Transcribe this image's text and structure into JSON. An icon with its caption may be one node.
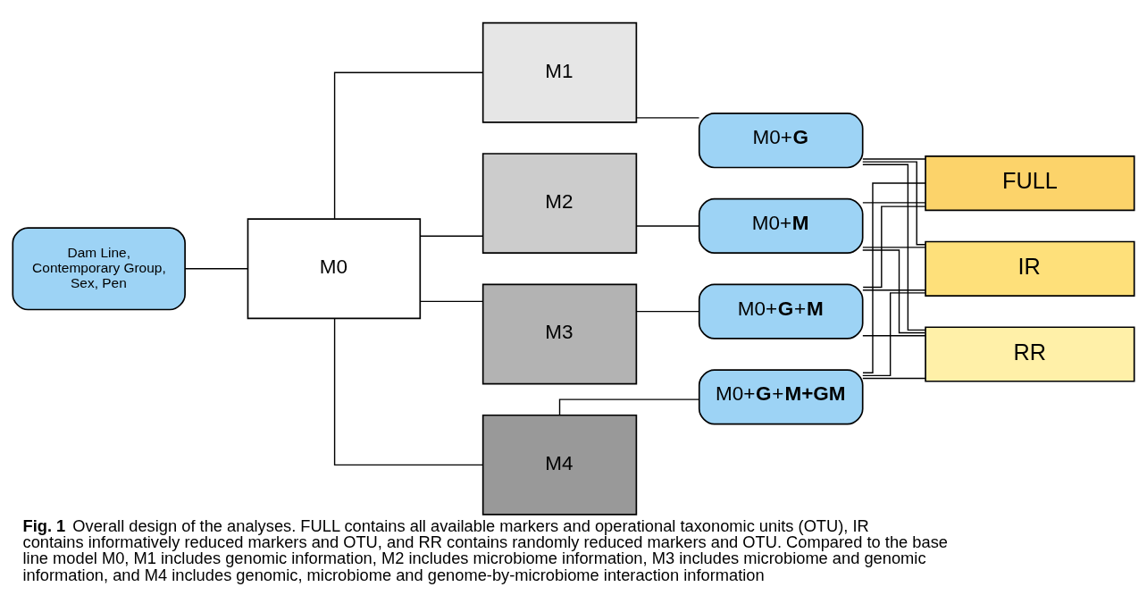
{
  "diagram": {
    "caption": "**Fig. 1** Overall design of the analyses. FULL contains all available markers and operational taxonomic units (OTU), IR contains informatively reduced markers and OTU, and RR contains randomly reduced markers and OTU. Compared to the base line model M0, M1 includes genomic information, M2 includes microbiome information, M3 includes microbiome and genomic information, and M4 includes genomic, microbiome and genome-by-microbiome interaction information",
    "nodes": [
      {
        "text": [
          "Dam Line, Contemporary Group, Sex, Pen"
        ]
      },
      {
        "text": [
          "M0"
        ]
      },
      {
        "text": [
          "M1"
        ]
      },
      {
        "text": [
          "M2"
        ]
      },
      {
        "text": [
          "M3"
        ]
      },
      {
        "text": [
          "M4"
        ]
      },
      {
        "text": [
          "M0+**G**"
        ]
      },
      {
        "text": [
          "M0+**M**"
        ]
      },
      {
        "text": [
          "M0+**G**+**M**"
        ]
      },
      {
        "text": [
          "M0+**G**+**M+GM**"
        ]
      },
      {
        "text": [
          "FULL"
        ]
      },
      {
        "text": [
          "IR"
        ]
      },
      {
        "text": [
          "RR"
        ]
      }
    ],
    "edges": [
      {
        "from": 0,
        "to": 1,
        "arrow": "none"
      },
      {
        "from": 1,
        "to": 2,
        "arrow": "none"
      },
      {
        "from": 1,
        "to": 3,
        "arrow": "none"
      },
      {
        "from": 1,
        "to": 4,
        "arrow": "none"
      },
      {
        "from": 1,
        "to": 5,
        "arrow": "none"
      },
      {
        "from": 2,
        "to": 6,
        "arrow": "none"
      },
      {
        "from": 3,
        "to": 7,
        "arrow": "none"
      },
      {
        "from": 4,
        "to": 8,
        "arrow": "none"
      },
      {
        "from": 5,
        "to": 9,
        "arrow": "none"
      },
      {
        "from": 6,
        "to": 10,
        "arrow": "none"
      },
      {
        "from": 6,
        "to": 11,
        "arrow": "none"
      },
      {
        "from": 6,
        "to": 12,
        "arrow": "none"
      },
      {
        "from": 7,
        "to": 10,
        "arrow": "none"
      },
      {
        "from": 7,
        "to": 11,
        "arrow": "none"
      },
      {
        "from": 7,
        "to": 12,
        "arrow": "none"
      },
      {
        "from": 8,
        "to": 10,
        "arrow": "none"
      },
      {
        "from": 8,
        "to": 11,
        "arrow": "none"
      },
      {
        "from": 8,
        "to": 12,
        "arrow": "none"
      },
      {
        "from": 9,
        "to": 10,
        "arrow": "none"
      },
      {
        "from": 9,
        "to": 11,
        "arrow": "none"
      },
      {
        "from": 9,
        "to": 12,
        "arrow": "none"
      }
    ]
  }
}
